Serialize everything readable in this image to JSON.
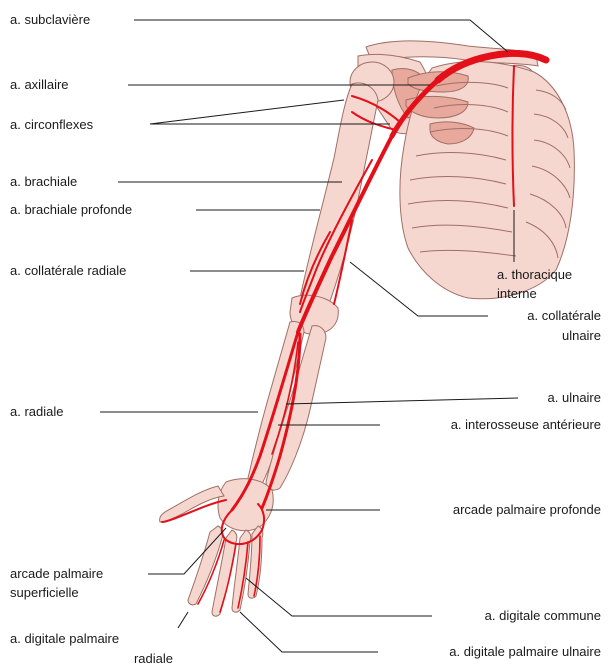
{
  "diagram": {
    "labels": {
      "subclaviere": "a. subclavière",
      "axillaire": "a. axillaire",
      "circonflexes": "a. circonflexes",
      "brachiale": "a. brachiale",
      "brachiale_profonde": "a. brachiale profonde",
      "collaterale_radiale": "a. collatérale radiale",
      "thoracique_interne_1": "a. thoracique",
      "thoracique_interne_2": "interne",
      "collaterale_ulnaire_1": "a. collatérale",
      "collaterale_ulnaire_2": "ulnaire",
      "radiale": "a. radiale",
      "ulnaire": "a. ulnaire",
      "interosseuse": "a. interosseuse antérieure",
      "arcade_profonde": "arcade palmaire profonde",
      "arcade_superficielle_1": "arcade palmaire",
      "arcade_superficielle_2": "superficielle",
      "digitale_commune": "a. digitale commune",
      "digitale_radiale_1": "a. digitale palmaire",
      "digitale_radiale_2": "radiale",
      "digitale_ulnaire": "a. digitale palmaire ulnaire"
    },
    "colors": {
      "artery": "#e3101a",
      "bone": "#f6d7cf",
      "bone_shaded": "#e8a89c",
      "outline": "#a06f66",
      "text": "#1a1a1a"
    }
  }
}
